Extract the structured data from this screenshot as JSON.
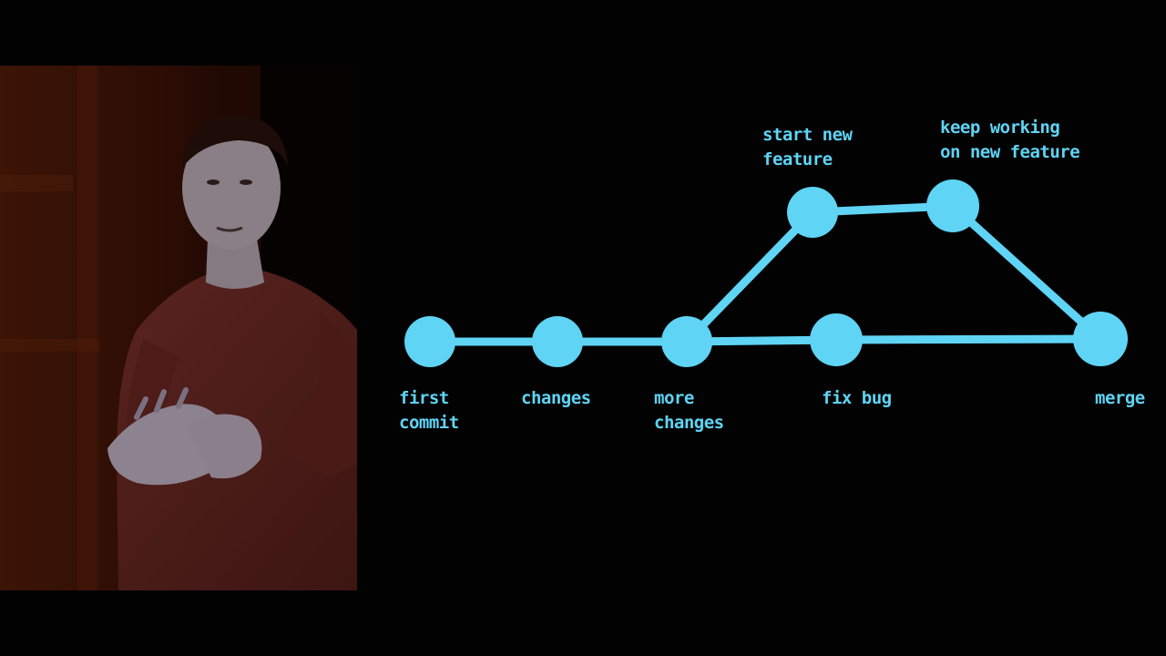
{
  "colors": {
    "background": "#020203",
    "accent": "#5fd4f4",
    "speaker_backdrop": "#3a1206",
    "speaker_shirt": "#4a1a16",
    "speaker_skin": "#8a7f86"
  },
  "speaker": {
    "description_icon": "speaker-photo"
  },
  "diagram": {
    "commits": [
      {
        "id": "first-commit",
        "label_lines": [
          "first",
          "commit"
        ]
      },
      {
        "id": "changes",
        "label_lines": [
          "changes"
        ]
      },
      {
        "id": "more-changes",
        "label_lines": [
          "more",
          "changes"
        ]
      },
      {
        "id": "fix-bug",
        "label_lines": [
          "fix bug"
        ]
      },
      {
        "id": "merge",
        "label_lines": [
          "merge"
        ]
      },
      {
        "id": "start-new-feature",
        "label_lines": [
          "start new",
          "feature"
        ]
      },
      {
        "id": "keep-working",
        "label_lines": [
          "keep working",
          "on new feature"
        ]
      }
    ],
    "edges": [
      [
        "first-commit",
        "changes"
      ],
      [
        "changes",
        "more-changes"
      ],
      [
        "more-changes",
        "fix-bug"
      ],
      [
        "fix-bug",
        "merge"
      ],
      [
        "more-changes",
        "start-new-feature"
      ],
      [
        "start-new-feature",
        "keep-working"
      ],
      [
        "keep-working",
        "merge"
      ]
    ]
  }
}
